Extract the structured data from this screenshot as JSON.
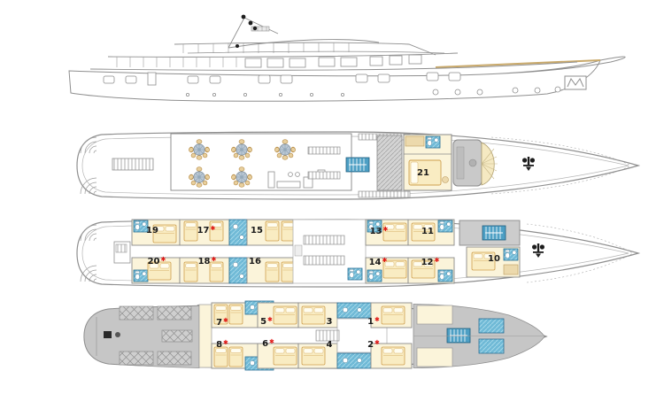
{
  "diagram_title": "motor-yacht-deck-plans",
  "symbols": {
    "star": "✱"
  },
  "profile": {
    "name": "yacht-side-profile"
  },
  "colors": {
    "outline_gray": "#8f8f8f",
    "cabin_cream": "#fbf4da",
    "bed_tan": "#f9ecc2",
    "bed_stroke": "#cf9f4e",
    "bath_blue": "#6fb9d6",
    "bath_blue_dark": "#2a6e93",
    "stair_blue": "#4d9fc4",
    "structure_gray": "#cccccc",
    "engine_gray": "#c6c6c6",
    "star_red": "#e01411",
    "table_center": "#b9c7d4",
    "table_petal": "#e8cf9d"
  },
  "decks": {
    "top": {
      "name": "sun-deck",
      "cabins": [
        {
          "label": "21",
          "starred": false
        }
      ]
    },
    "middle": {
      "name": "main-deck",
      "cabins": [
        {
          "label": "19",
          "starred": false
        },
        {
          "label": "17",
          "starred": true
        },
        {
          "label": "15",
          "starred": false
        },
        {
          "label": "13",
          "starred": true
        },
        {
          "label": "11",
          "starred": false
        },
        {
          "label": "10",
          "starred": false
        },
        {
          "label": "20",
          "starred": true
        },
        {
          "label": "18",
          "starred": true
        },
        {
          "label": "16",
          "starred": false
        },
        {
          "label": "14",
          "starred": true
        },
        {
          "label": "12",
          "starred": true
        }
      ]
    },
    "lower": {
      "name": "lower-deck",
      "cabins": [
        {
          "label": "7",
          "starred": true
        },
        {
          "label": "5",
          "starred": true
        },
        {
          "label": "3",
          "starred": false
        },
        {
          "label": "1",
          "starred": true
        },
        {
          "label": "8",
          "starred": true
        },
        {
          "label": "6",
          "starred": true
        },
        {
          "label": "4",
          "starred": false
        },
        {
          "label": "2",
          "starred": true
        }
      ]
    }
  }
}
